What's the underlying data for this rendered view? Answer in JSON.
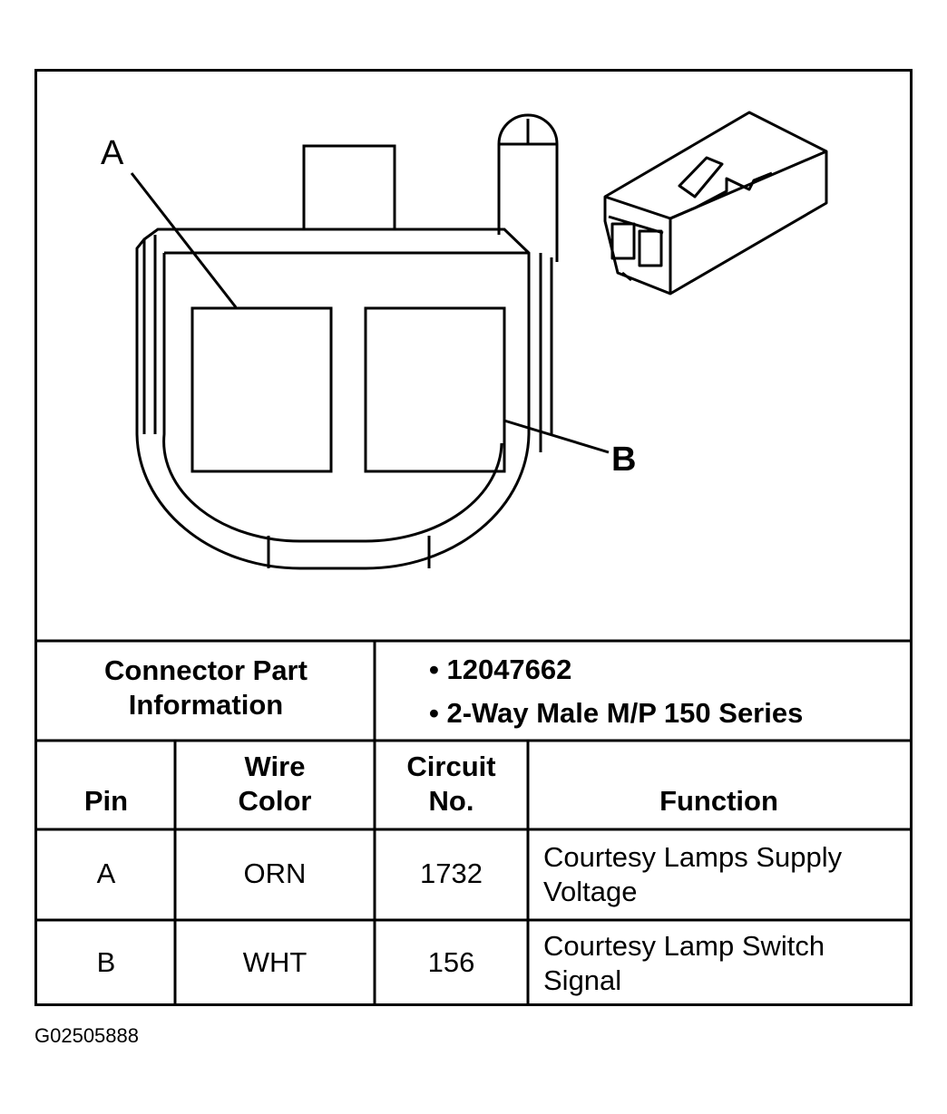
{
  "diagram": {
    "pin_labels": {
      "a": "A",
      "b": "B"
    }
  },
  "connector_info": {
    "label": "Connector Part Information",
    "label_line1": "Connector Part",
    "label_line2": "Information",
    "items": [
      "12047662",
      "2-Way Male M/P 150 Series"
    ]
  },
  "table": {
    "headers": {
      "pin": "Pin",
      "wire_color_line1": "Wire",
      "wire_color_line2": "Color",
      "circuit_line1": "Circuit",
      "circuit_line2": "No.",
      "function": "Function"
    },
    "rows": [
      {
        "pin": "A",
        "wire_color": "ORN",
        "circuit": "1732",
        "function_line1": "Courtesy Lamps Supply",
        "function_line2": "Voltage"
      },
      {
        "pin": "B",
        "wire_color": "WHT",
        "circuit": "156",
        "function_line1": "Courtesy Lamp Switch",
        "function_line2": "Signal"
      }
    ]
  },
  "figure_id": "G02505888"
}
